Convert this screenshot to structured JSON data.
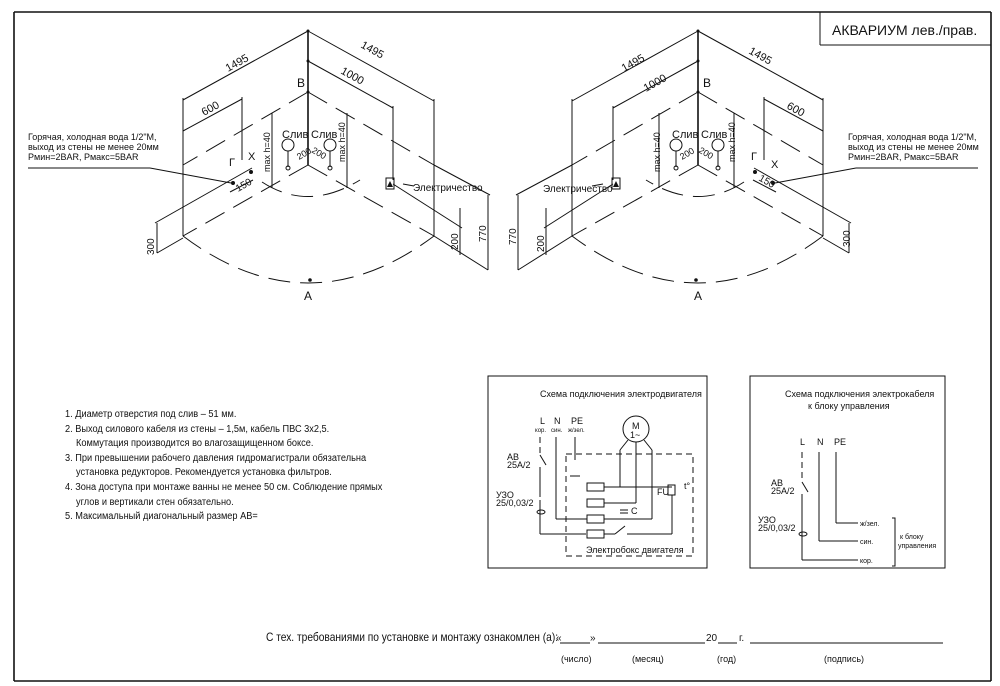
{
  "title_block": {
    "title": "АКВАРИУМ лев./прав."
  },
  "drawing": {
    "dim_1495": "1495",
    "dim_1000": "1000",
    "dim_600": "600",
    "dim_770": "770",
    "dim_300": "300",
    "dim_200": "200",
    "dim_150": "150",
    "drain_offset": "200",
    "point_a": "A",
    "point_b": "B",
    "hot_label": "Г",
    "cold_label": "Х",
    "drain_label": "Слив",
    "max_height": "max h=40",
    "electricity": "Электричество",
    "water_note": [
      "Горячая, холодная вода 1/2\"М,",
      "выход из стены не менее 20мм",
      "Рмин=2BAR, Рмакс=5BAR"
    ]
  },
  "notes": [
    "1. Диаметр отверстия под слив – 51 мм.",
    "2. Выход силового кабеля из стены – 1,5м, кабель ПВС 3х2,5.",
    "Коммутация производится во влагозащищенном боксе.",
    "3. При превышении рабочего давления гидромагистрали обязательна",
    "установка редукторов. Рекомендуется установка фильтров.",
    "4. Зона доступа при монтаже ванны не менее 50 см. Соблюдение прямых",
    "углов и вертикали стен обязательно.",
    "5. Максимальный диагональный размер АВ="
  ],
  "motor_scheme": {
    "title": "Схема подключения электродвигателя",
    "L": "L",
    "N": "N",
    "PE": "PE",
    "L_color": "кор.",
    "N_color": "син.",
    "PE_color": "ж/зел.",
    "breaker": [
      "АВ",
      "25А/2"
    ],
    "rcd": [
      "УЗО",
      "25/0,03/2"
    ],
    "motor": [
      "М",
      "1~"
    ],
    "capacitor": "С",
    "fuse": "FU",
    "temp": "t°",
    "box_label": "Электробокс двигателя"
  },
  "cable_scheme": {
    "title": [
      "Схема подключения электрокабеля",
      "к блоку управления"
    ],
    "L": "L",
    "N": "N",
    "PE": "PE",
    "breaker": [
      "АВ",
      "25А/2"
    ],
    "rcd": [
      "УЗО",
      "25/0,03/2"
    ],
    "terminals": [
      "ж/зел.",
      "син.",
      "кор."
    ],
    "to_unit": [
      "к блоку",
      "управления"
    ]
  },
  "signature": {
    "text": "С тех. требованиями по установке и монтажу ознакомлен (а):",
    "quote_open": "«",
    "quote_close": "»",
    "year_prefix": "20",
    "year_suffix": "г.",
    "captions": [
      "(число)",
      "(месяц)",
      "(год)",
      "(подпись)"
    ]
  }
}
